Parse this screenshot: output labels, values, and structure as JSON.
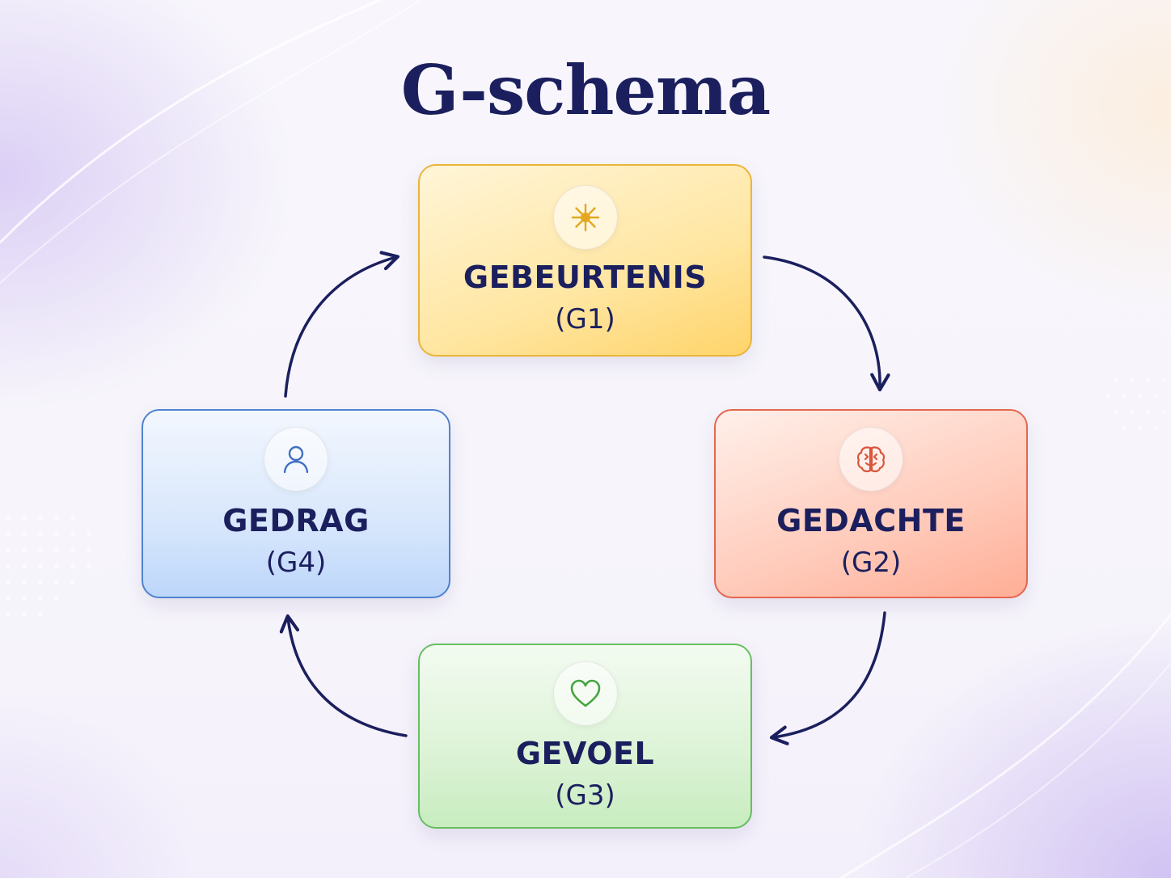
{
  "title": "G-schema",
  "cards": {
    "g1": {
      "title": "GEBEURTENIS",
      "code": "(G1)",
      "icon": "sun-icon",
      "color": "#e9b53a"
    },
    "g2": {
      "title": "GEDACHTE",
      "code": "(G2)",
      "icon": "brain-icon",
      "color": "#e4664e"
    },
    "g3": {
      "title": "GEVOEL",
      "code": "(G3)",
      "icon": "heart-icon",
      "color": "#67be62"
    },
    "g4": {
      "title": "GEDRAG",
      "code": "(G4)",
      "icon": "person-icon",
      "color": "#4f82d0"
    }
  },
  "cycle": [
    "g1",
    "g2",
    "g3",
    "g4"
  ],
  "arrow_color": "#1b1f5e"
}
